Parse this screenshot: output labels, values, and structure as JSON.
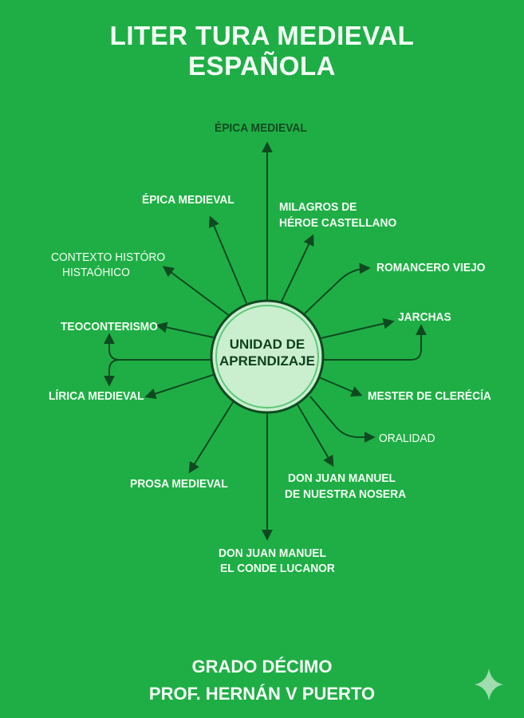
{
  "header": {
    "title_line1": "LITER TURA MEDIEVAL",
    "title_line2": "ESPAÑOLA"
  },
  "center": {
    "line1": "UNIDAD DE",
    "line2": "APRENDIZAJE"
  },
  "nodes": {
    "top": "ÉPICA MEDIEVAL",
    "upper_left": "ÉPICA MEDIEVAL",
    "upper_right_1": "MILAGROS DE",
    "upper_right_2": "HÉROE CASTELLANO",
    "contexto_1": "CONTEXTO HISTÓRO",
    "contexto_2": "HISTAÓHICO",
    "romancero": "ROMANCERO VIEJO",
    "teocentrismo": "TEOCONTERISMO",
    "jarchas": "JARCHAS",
    "lirica": "LÍRICA MEDIEVAL",
    "mester": "MESTER DE CLERÉCÍA",
    "oralidad": "ORALIDAD",
    "prosa": "PROSA MEDIEVAL",
    "donjuan_right_1": "DON JUAN MANUEL",
    "donjuan_right_2": "DE NUESTRA NOSERA",
    "bottom_1": "DON JUAN MANUEL",
    "bottom_2": "EL CONDE LUCANOR"
  },
  "footer": {
    "line1": "GRADO DÉCIMO",
    "line2": "PROF. HERNÁN V PUERTO"
  },
  "colors": {
    "background": "#1fae45",
    "arrow": "#0e4a20",
    "center_fill": "#c9efcf",
    "center_ring": "#0e4a20",
    "text": "#f2fff4"
  },
  "icons": {
    "corner": "sparkle-icon"
  }
}
